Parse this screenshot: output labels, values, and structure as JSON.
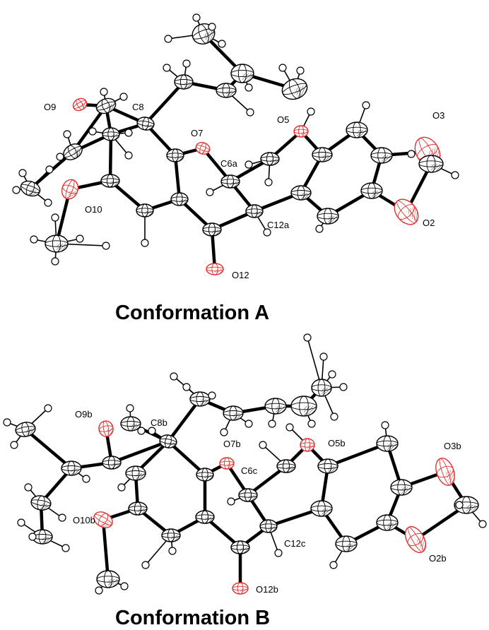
{
  "colors": {
    "carbon": "#ffffff",
    "oxygen": "#e03030",
    "bond": "#000000",
    "hydrogen": "#ffffff"
  },
  "panels": [
    {
      "title": "Conformation A",
      "labels": [
        "O9",
        "C8",
        "O7",
        "C6a",
        "O5",
        "O3",
        "O10",
        "C12a",
        "O2",
        "O12"
      ]
    },
    {
      "title": "Conformation B",
      "labels": [
        "O9b",
        "C8b",
        "O7b",
        "C6c",
        "O5b",
        "O3b",
        "O10b",
        "C12c",
        "O2b",
        "O12b"
      ]
    }
  ]
}
